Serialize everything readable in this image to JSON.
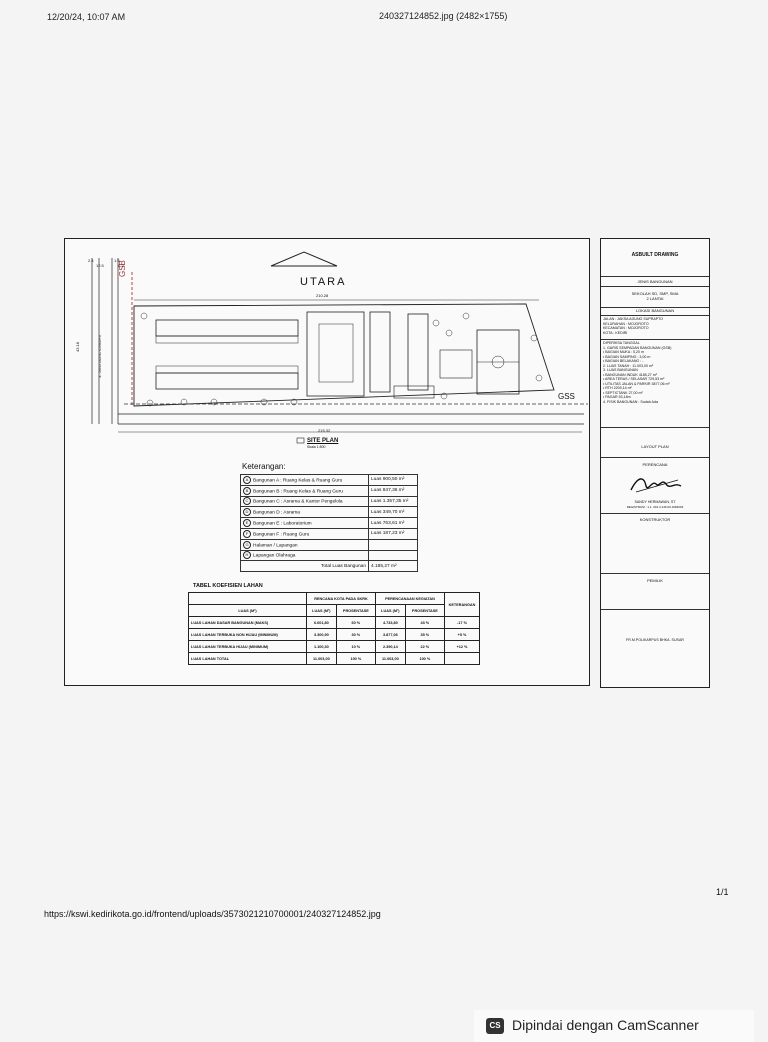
{
  "print_header": {
    "datetime": "12/20/24, 10:07 AM",
    "filename": "240327124852.jpg (2482×1755)"
  },
  "print_footer": {
    "url": "https://kswi.kedirikota.go.id/frontend/uploads/3573021210700001/240327124852.jpg",
    "page": "1/1"
  },
  "scanner": {
    "label": "Dipindai dengan CamScanner",
    "logo": "CS"
  },
  "site_plan": {
    "north_label": "UTARA",
    "gsb_label": "GSB",
    "gss_label": "GSS",
    "dim_top": "210.28",
    "dim_bottom": "215.32",
    "dim_left": "43.18",
    "dims_small": [
      "2.4",
      "12.5",
      "1.5",
      "6.2"
    ],
    "road_label": "JL. JAKSA AGUNG SUPRAPTO",
    "title": "SITE PLAN",
    "scale": "Skala 1:800"
  },
  "keterangan": {
    "title": "Keterangan:",
    "rows": [
      {
        "sym": "A",
        "label": "Bangunan A : Ruang Kelas & Ruang Guru",
        "luas": "Luas 900,50 m²"
      },
      {
        "sym": "B",
        "label": "Bangunan B : Ruang Kelas & Ruang Guru",
        "luas": "Luas 847,36 m²"
      },
      {
        "sym": "C",
        "label": "Bangunan C : Asrama & Kantor Pengelola",
        "luas": "Luas 1.357,35 m²"
      },
      {
        "sym": "D",
        "label": "Bangunan D : Asrama",
        "luas": "Luas 349,70 m²"
      },
      {
        "sym": "E",
        "label": "Bangunan E : Laboratorium",
        "luas": "Luas 763,61 m²"
      },
      {
        "sym": "F",
        "label": "Bangunan F : Ruang Guru",
        "luas": "Luas 187,23 m²"
      },
      {
        "sym": "G",
        "label": "Halaman / Lapangan",
        "luas": ""
      },
      {
        "sym": "H",
        "label": "Lapangan Olahraga",
        "luas": ""
      }
    ],
    "total_label": "Total Luas Bangunan",
    "total_value": "4.185,27 m²"
  },
  "koefisien": {
    "title": "TABEL KOEFISIEN LAHAN",
    "group1": "RENCANA KOTA PADA SKRK",
    "group2": "PERENCANAAN KEGIATAN",
    "ket_header": "KETERANGAN",
    "sub_headers": [
      "LUAS (M²)",
      "LUAS (M²)",
      "PROSENTASE",
      "LUAS (M²)",
      "PROSENTASE"
    ],
    "rows": [
      [
        "LUAS LAHAN DASAR BANGUNAN (MAKS)",
        "6.601,80",
        "60 %",
        "4.733,80",
        "43 %",
        "-17 %"
      ],
      [
        "LUAS LAHAN TERBUKA NON HIJAU (MINIMUM)",
        "3.300,90",
        "30 %",
        "3.877,06",
        "35 %",
        "+5 %"
      ],
      [
        "LUAS LAHAN TERBUKA HIJAU (MINIMUM)",
        "1.100,30",
        "10 %",
        "2.390,14",
        "22 %",
        "+12 %"
      ],
      [
        "LUAS LAHAN TOTAL",
        "11.003,00",
        "100 %",
        "11.003,00",
        "100 %",
        ""
      ]
    ]
  },
  "title_block": {
    "title": "ASBUILT DRAWING",
    "jenis_label": "JENIS BANGUNAN",
    "jenis_value": "SEKOLAH SD, SMP, SMA",
    "lantai": "2 LANTAI",
    "lokasi_label": "LOKASI BANGUNAN",
    "lokasi_rows": [
      [
        "JALAN",
        ": JAKSA AGUNG SUPRAPTO"
      ],
      [
        "KELURAHAN",
        ": MOJOROTO"
      ],
      [
        "KECAMATAN",
        ": MOJOROTO"
      ],
      [
        "KOTA",
        ": KEDIRI"
      ]
    ],
    "diperiksa": "DIPERIKSA TANGGAL",
    "gsb_section": "1. GARIS SEMPADAN BANGUNAN (GSB)",
    "gsb_rows": [
      [
        "• BAGIAN MUKA",
        ": 5,20 m"
      ],
      [
        "• BAGIAN SAMPING",
        ": 3,00 m"
      ],
      [
        "• BAGIAN BELAKANG",
        ": -"
      ]
    ],
    "luas_tanah": [
      "2. LUAS TANAH",
      ": 11.003,00 m²"
    ],
    "luas_bangunan_label": "3. LUAS BANGUNAN",
    "luas_rows": [
      [
        "• BANGUNAN INDUK",
        "4185,27 m²"
      ],
      [
        "• AREA TERAS / SELASAR",
        "729,53 m²"
      ],
      [
        "• UTILITAS JALAN & PARKIR",
        "3877,06 m²"
      ],
      [
        "• RTH",
        "2209,14 m²"
      ],
      [
        "• SEPTICTANK",
        "27,00 m²"
      ],
      [
        "• PAGAR",
        "53,18m"
      ]
    ],
    "fisik": [
      "4. FISIK BANGUNAN",
      ": Sudah Ada"
    ],
    "layout_plan": "LAYOUT PLAN",
    "perencana": "PERENCANA",
    "signer": "SANDY HERMAWAN, ST",
    "reg": "REGISTRASI : 1.1. 001.3.146.06.1084093",
    "konstruktor": "KONSTRUKTOR",
    "pemilik": "PEMILIK",
    "pemilik_name": "FR.M.POLIKARPUS BHKA. SUSAR"
  }
}
